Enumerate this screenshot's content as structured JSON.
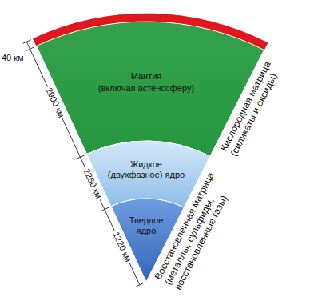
{
  "diagram": {
    "nodes": [
      {
        "text": [
          "Мантия",
          "(включая астеносферу)"
        ]
      },
      {
        "text": [
          "Жидкое (двухфазное) ядро"
        ]
      },
      {
        "text": [
          "Твердое ядро"
        ]
      }
    ],
    "labels": [
      "40 км",
      "2900 км",
      "2250 км",
      "1220 км",
      "Кислородная матрица (силикаты и оксиды)",
      "Восстановленная матрица (металлы, сульфиды, восстановленные газы)"
    ]
  }
}
